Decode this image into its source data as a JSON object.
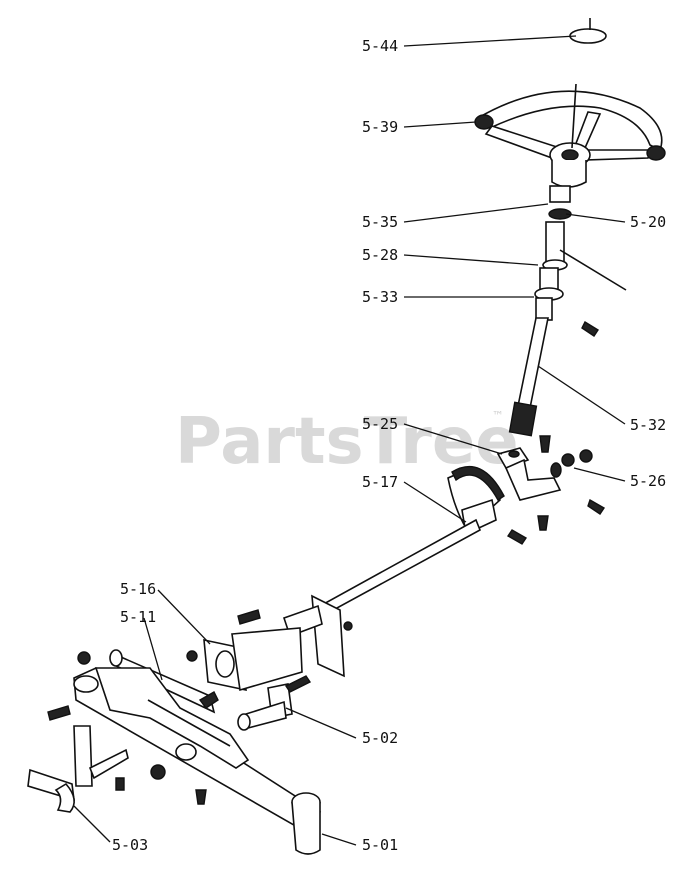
{
  "watermark": {
    "text": "PartsTree",
    "trademark": "™"
  },
  "callouts": {
    "c_5_44": "5-44",
    "c_5_39": "5-39",
    "c_5_35": "5-35",
    "c_5_20": "5-20",
    "c_5_28": "5-28",
    "c_5_33": "5-33",
    "c_5_32": "5-32",
    "c_5_25": "5-25",
    "c_5_26": "5-26",
    "c_5_17": "5-17",
    "c_5_16": "5-16",
    "c_5_11": "5-11",
    "c_5_02": "5-02",
    "c_5_03": "5-03",
    "c_5_01": "5-01"
  }
}
